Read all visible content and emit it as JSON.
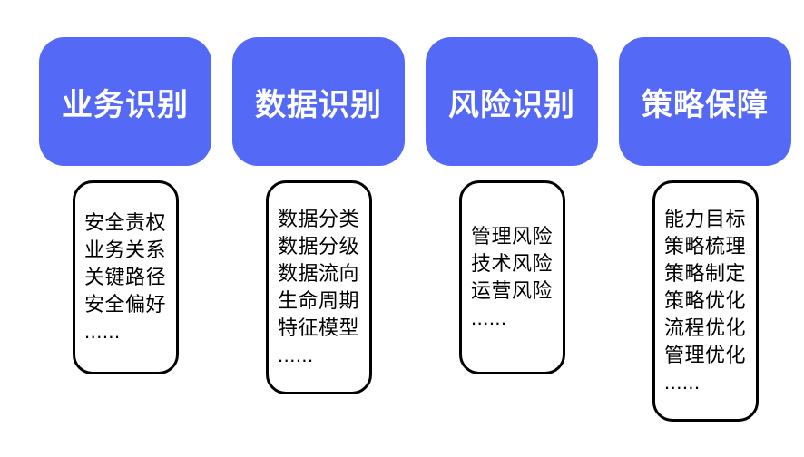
{
  "colors": {
    "header_bg": "#5569f7",
    "header_text": "#ffffff",
    "box_border": "#000000",
    "box_text": "#000000",
    "page_bg": "#ffffff"
  },
  "columns": [
    {
      "id": "business",
      "header": "业务识别",
      "items": [
        "安全责权",
        "业务关系",
        "关键路径",
        "安全偏好",
        "......"
      ]
    },
    {
      "id": "data",
      "header": "数据识别",
      "items": [
        "数据分类",
        "数据分级",
        "数据流向",
        "生命周期",
        "特征模型",
        "......"
      ]
    },
    {
      "id": "risk",
      "header": "风险识别",
      "items": [
        "管理风险",
        "技术风险",
        "运营风险",
        "......"
      ]
    },
    {
      "id": "strategy",
      "header": "策略保障",
      "items": [
        "能力目标",
        "策略梳理",
        "策略制定",
        "策略优化",
        "流程优化",
        "管理优化",
        "......"
      ]
    }
  ]
}
